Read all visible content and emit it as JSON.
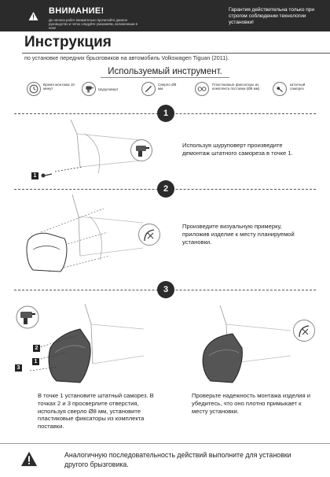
{
  "header": {
    "title": "ВНИМАНИЕ!",
    "subtitle": "До начала работ внимательно прочитайте данное руководство и четко следуйте указаниям, изложенным в нем!",
    "right_note": "Гарантия действительна только при строгом соблюдении технологии установки!"
  },
  "main": {
    "title": "Инструкция",
    "subtitle": "по установке передних брызговиков на автомобиль Volkswagen Tiguan (2011)."
  },
  "tools": {
    "title": "Используемый инструмент.",
    "items": [
      {
        "label": "Время монтажа 10 минут",
        "icon": "clock-icon"
      },
      {
        "label": "Шуруповерт",
        "icon": "screwdriver-icon"
      },
      {
        "label": "Сверло Ø8 мм",
        "icon": "drill-bit-icon"
      },
      {
        "label": "Пластиковые фиксаторы из комплекта поставки (Ø8 мм)",
        "icon": "plastic-fixator-icon"
      },
      {
        "label": "Штатный саморез",
        "icon": "screw-icon"
      }
    ]
  },
  "steps": [
    {
      "number": "1",
      "text": "Используя шуруповерт произведите демонтаж штатного самореза в точке 1."
    },
    {
      "number": "2",
      "text": "Произведите визуальную примерку, приложив изделие к месту планируемой установки."
    },
    {
      "number": "3",
      "text_left": "В точке 1 установите штатный саморез. В точках 2 и 3 просверлите отверстия, используя сверло Ø8 мм, установите пластиковые фиксаторы из комплекта поставки.",
      "text_right": "Проверьте надежность монтажа изделия и убедитесь, что оно плотно примыкает к месту установки."
    }
  ],
  "callouts": {
    "point1": "1",
    "point2": "2",
    "point3": "3"
  },
  "footer": {
    "text": "Аналогичную последовательность действий выполните для установки другого брызговика."
  }
}
